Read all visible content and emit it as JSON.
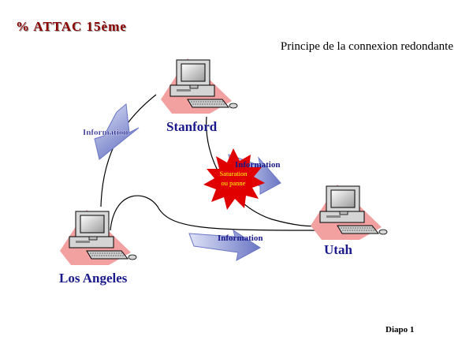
{
  "header": {
    "title": "% ATTAC 15ème"
  },
  "subtitle": "Principe de la connexion redondante",
  "footer": "Diapo 1",
  "colors": {
    "title": "#8b0000",
    "node_label": "#1a1a8c",
    "shadow": "#f2a0a0",
    "arrow_light": "#d8dcf4",
    "arrow_dark": "#6e7ac8",
    "starburst": "#e00000",
    "starburst_text": "#ffff00"
  },
  "nodes": {
    "stanford": {
      "label": "Stanford",
      "icon": "computer-icon"
    },
    "los_angeles": {
      "label": "Los Angeles",
      "icon": "computer-icon"
    },
    "utah": {
      "label": "Utah",
      "icon": "computer-icon"
    }
  },
  "arrows": {
    "info_top": {
      "label": "Information"
    },
    "info_bottom": {
      "label": "Information"
    },
    "info_blocked": {
      "label": "Information"
    }
  },
  "failure": {
    "line1": "Saturation",
    "line2": "ou panne",
    "icon": "starburst-icon"
  }
}
